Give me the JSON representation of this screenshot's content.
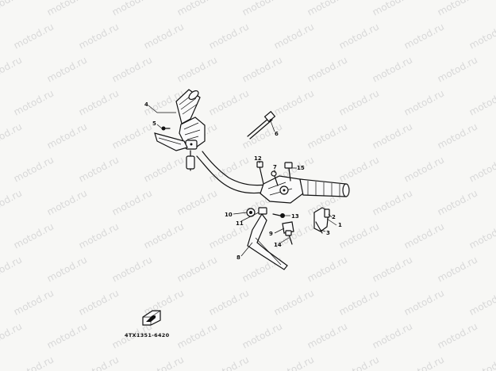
{
  "watermark_text": "motod.ru",
  "part_labels": {
    "l1": "1",
    "l2": "2",
    "l3": "3",
    "l4": "4",
    "l5": "5",
    "l6": "6",
    "l7": "7",
    "l8": "8",
    "l9": "9",
    "l10": "10",
    "l11": "11",
    "l12": "12",
    "l13": "13",
    "l14": "14",
    "l15": "15"
  },
  "diagram_code": "4TX1351-6420"
}
